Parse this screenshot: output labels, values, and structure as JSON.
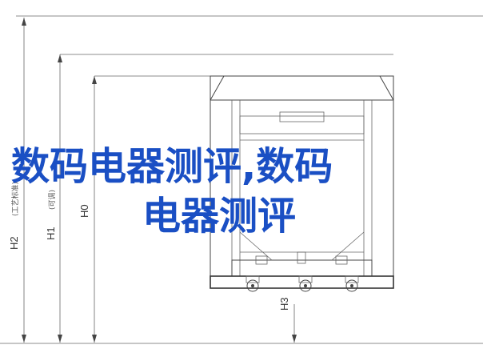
{
  "drawing": {
    "dimensions": {
      "h2": "H2",
      "h1": "H1",
      "h0": "H0",
      "h3": "H3"
    },
    "notes": {
      "h2_note": "(工艺标准)",
      "h1_note": "(可调)"
    }
  },
  "overlay": {
    "line1": "数码电器测评,数码",
    "line2": "电器测评"
  },
  "colors": {
    "overlay_text": "#1a4fc4",
    "line": "#444444"
  }
}
